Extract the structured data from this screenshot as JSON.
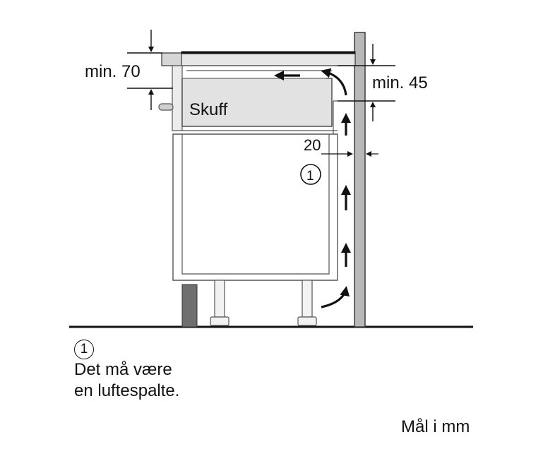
{
  "labels": {
    "min_top": "min. 70",
    "min_side": "min. 45",
    "drawer": "Skuff",
    "gap": "20",
    "callout": "1"
  },
  "note": {
    "number": "1",
    "line1": "Det må være",
    "line2": "en luftespalte."
  },
  "units": "Mål i mm",
  "colors": {
    "line": "#111111",
    "wall_fill": "#b8b8b8",
    "cooktop_fill": "#e6e6e6",
    "drawer_fill": "#e2e2e2",
    "plinth_fill": "#6f6f6f",
    "leg_fill": "#f2f2f2"
  }
}
